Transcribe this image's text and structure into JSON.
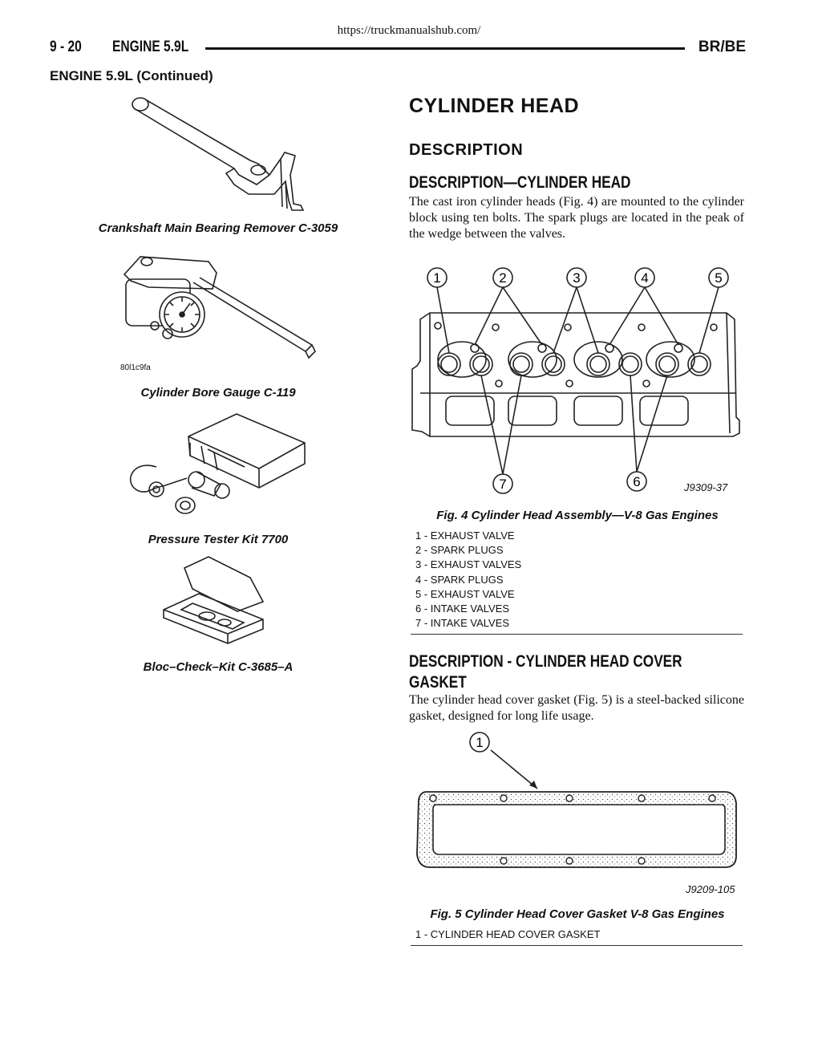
{
  "site_url": "https://truckmanualshub.com/",
  "header": {
    "page_number": "9 - 20",
    "section": "ENGINE 5.9L",
    "model_code": "BR/BE"
  },
  "continued_title": "ENGINE 5.9L (Continued)",
  "tools": [
    {
      "caption": "Crankshaft Main Bearing Remover C-3059"
    },
    {
      "caption": "Cylinder Bore Gauge C-119",
      "fig_id": "80l1c9fa"
    },
    {
      "caption": "Pressure Tester Kit 7700"
    },
    {
      "caption": "Bloc–Check–Kit C-3685–A"
    }
  ],
  "right": {
    "title": "CYLINDER HEAD",
    "subtitle": "DESCRIPTION",
    "sec1": {
      "heading": "DESCRIPTION—CYLINDER HEAD",
      "body": "The cast iron cylinder heads (Fig. 4) are mounted to the cylinder block using ten bolts. The spark plugs are located in the peak of the wedge between the valves."
    },
    "fig4": {
      "callouts": [
        "1",
        "2",
        "3",
        "4",
        "5",
        "7",
        "6"
      ],
      "fig_id": "J9309-37",
      "caption": "Fig. 4 Cylinder Head Assembly—V-8 Gas Engines",
      "legend": [
        "1 - EXHAUST VALVE",
        "2 - SPARK PLUGS",
        "3 - EXHAUST VALVES",
        "4 - SPARK PLUGS",
        "5 - EXHAUST VALVE",
        "6 - INTAKE VALVES",
        "7 - INTAKE VALVES"
      ]
    },
    "sec2": {
      "heading_line1": "DESCRIPTION - CYLINDER HEAD COVER",
      "heading_line2": "GASKET",
      "body": "The cylinder head cover gasket (Fig. 5) is a steel-backed silicone gasket, designed for long life usage."
    },
    "fig5": {
      "callout": "1",
      "fig_id": "J9209-105",
      "caption": "Fig. 5 Cylinder Head Cover Gasket V-8 Gas Engines",
      "legend": [
        "1 - CYLINDER HEAD COVER GASKET"
      ]
    }
  }
}
